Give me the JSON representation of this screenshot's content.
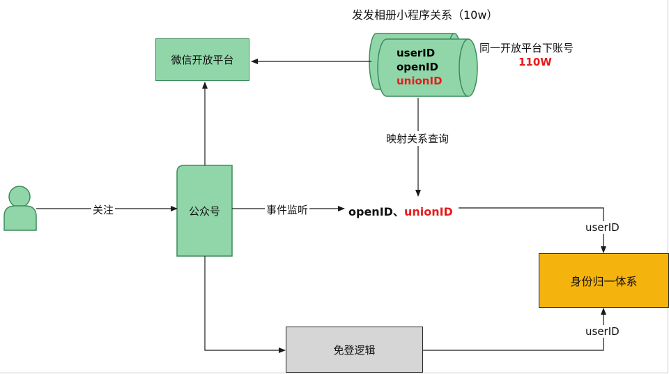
{
  "colors": {
    "green_fill": "#90d6a8",
    "green_stroke": "#3c8a5c",
    "orange_fill": "#f5b30d",
    "gray_fill": "#d6d6d6",
    "red_text": "#e51c1c",
    "line": "#1a1a1a"
  },
  "top_title": "发发相册小程序关系（10w）",
  "wechat_platform": "微信开放平台",
  "db": {
    "line1": "userID",
    "line2": "openID",
    "line3": "unionID"
  },
  "same_platform": {
    "label": "同一开放平台下账号",
    "count": "110W"
  },
  "mapping_query": "映射关系查询",
  "follow": "关注",
  "official_account": "公众号",
  "event_listen": "事件监听",
  "ids": {
    "open": "openID、",
    "union": "unionID"
  },
  "userid_top": "userID",
  "identity_system": "身份归一体系",
  "userid_bottom": "userID",
  "login_free": "免登逻辑",
  "icons": {
    "user": "user-icon",
    "database": "database-icon"
  }
}
